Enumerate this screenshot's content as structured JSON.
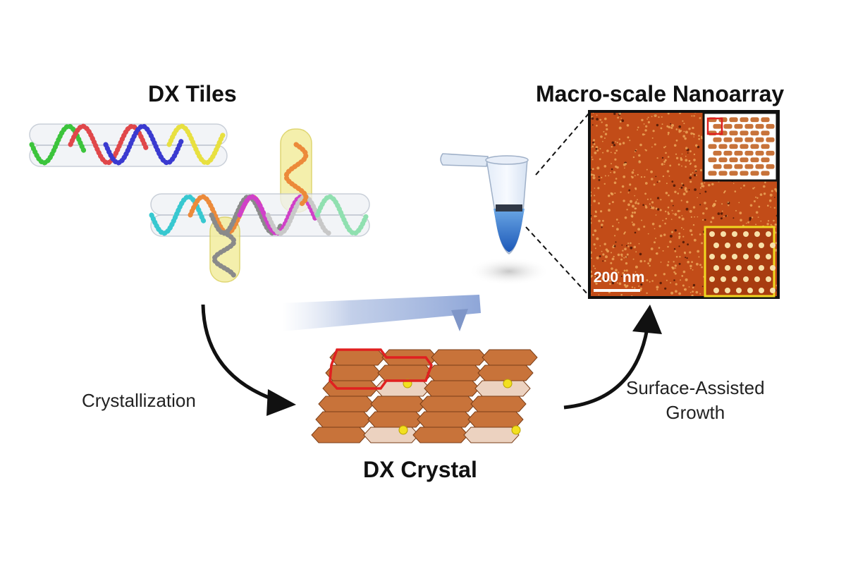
{
  "labels": {
    "dx_tiles": "DX Tiles",
    "nanoarray": "Macro-scale Nanoarray",
    "crystal": "DX Crystal",
    "crystallization": "Crystallization",
    "growth_line1": "Surface-Assisted",
    "growth_line2": "Growth",
    "scale_bar": "200 nm"
  },
  "colors": {
    "strand_green": "#3cc43c",
    "strand_red": "#e0474a",
    "strand_blue": "#3a3ad0",
    "strand_yellow": "#e8e040",
    "strand_cyan": "#38c8d0",
    "strand_orange": "#ec8a3a",
    "strand_gray": "#8a8a8a",
    "strand_magenta": "#d040c8",
    "strand_lightgray": "#c8c8c8",
    "strand_mint": "#90e0b0",
    "tile_brown": "#c8733a",
    "tile_pale": "#ecd2c0",
    "highlight_red": "#e02020",
    "inset_yellow": "#f0d820",
    "afm_base": "#c8501a",
    "tube_blue": "#3a78c8",
    "arrow": "#111111"
  }
}
